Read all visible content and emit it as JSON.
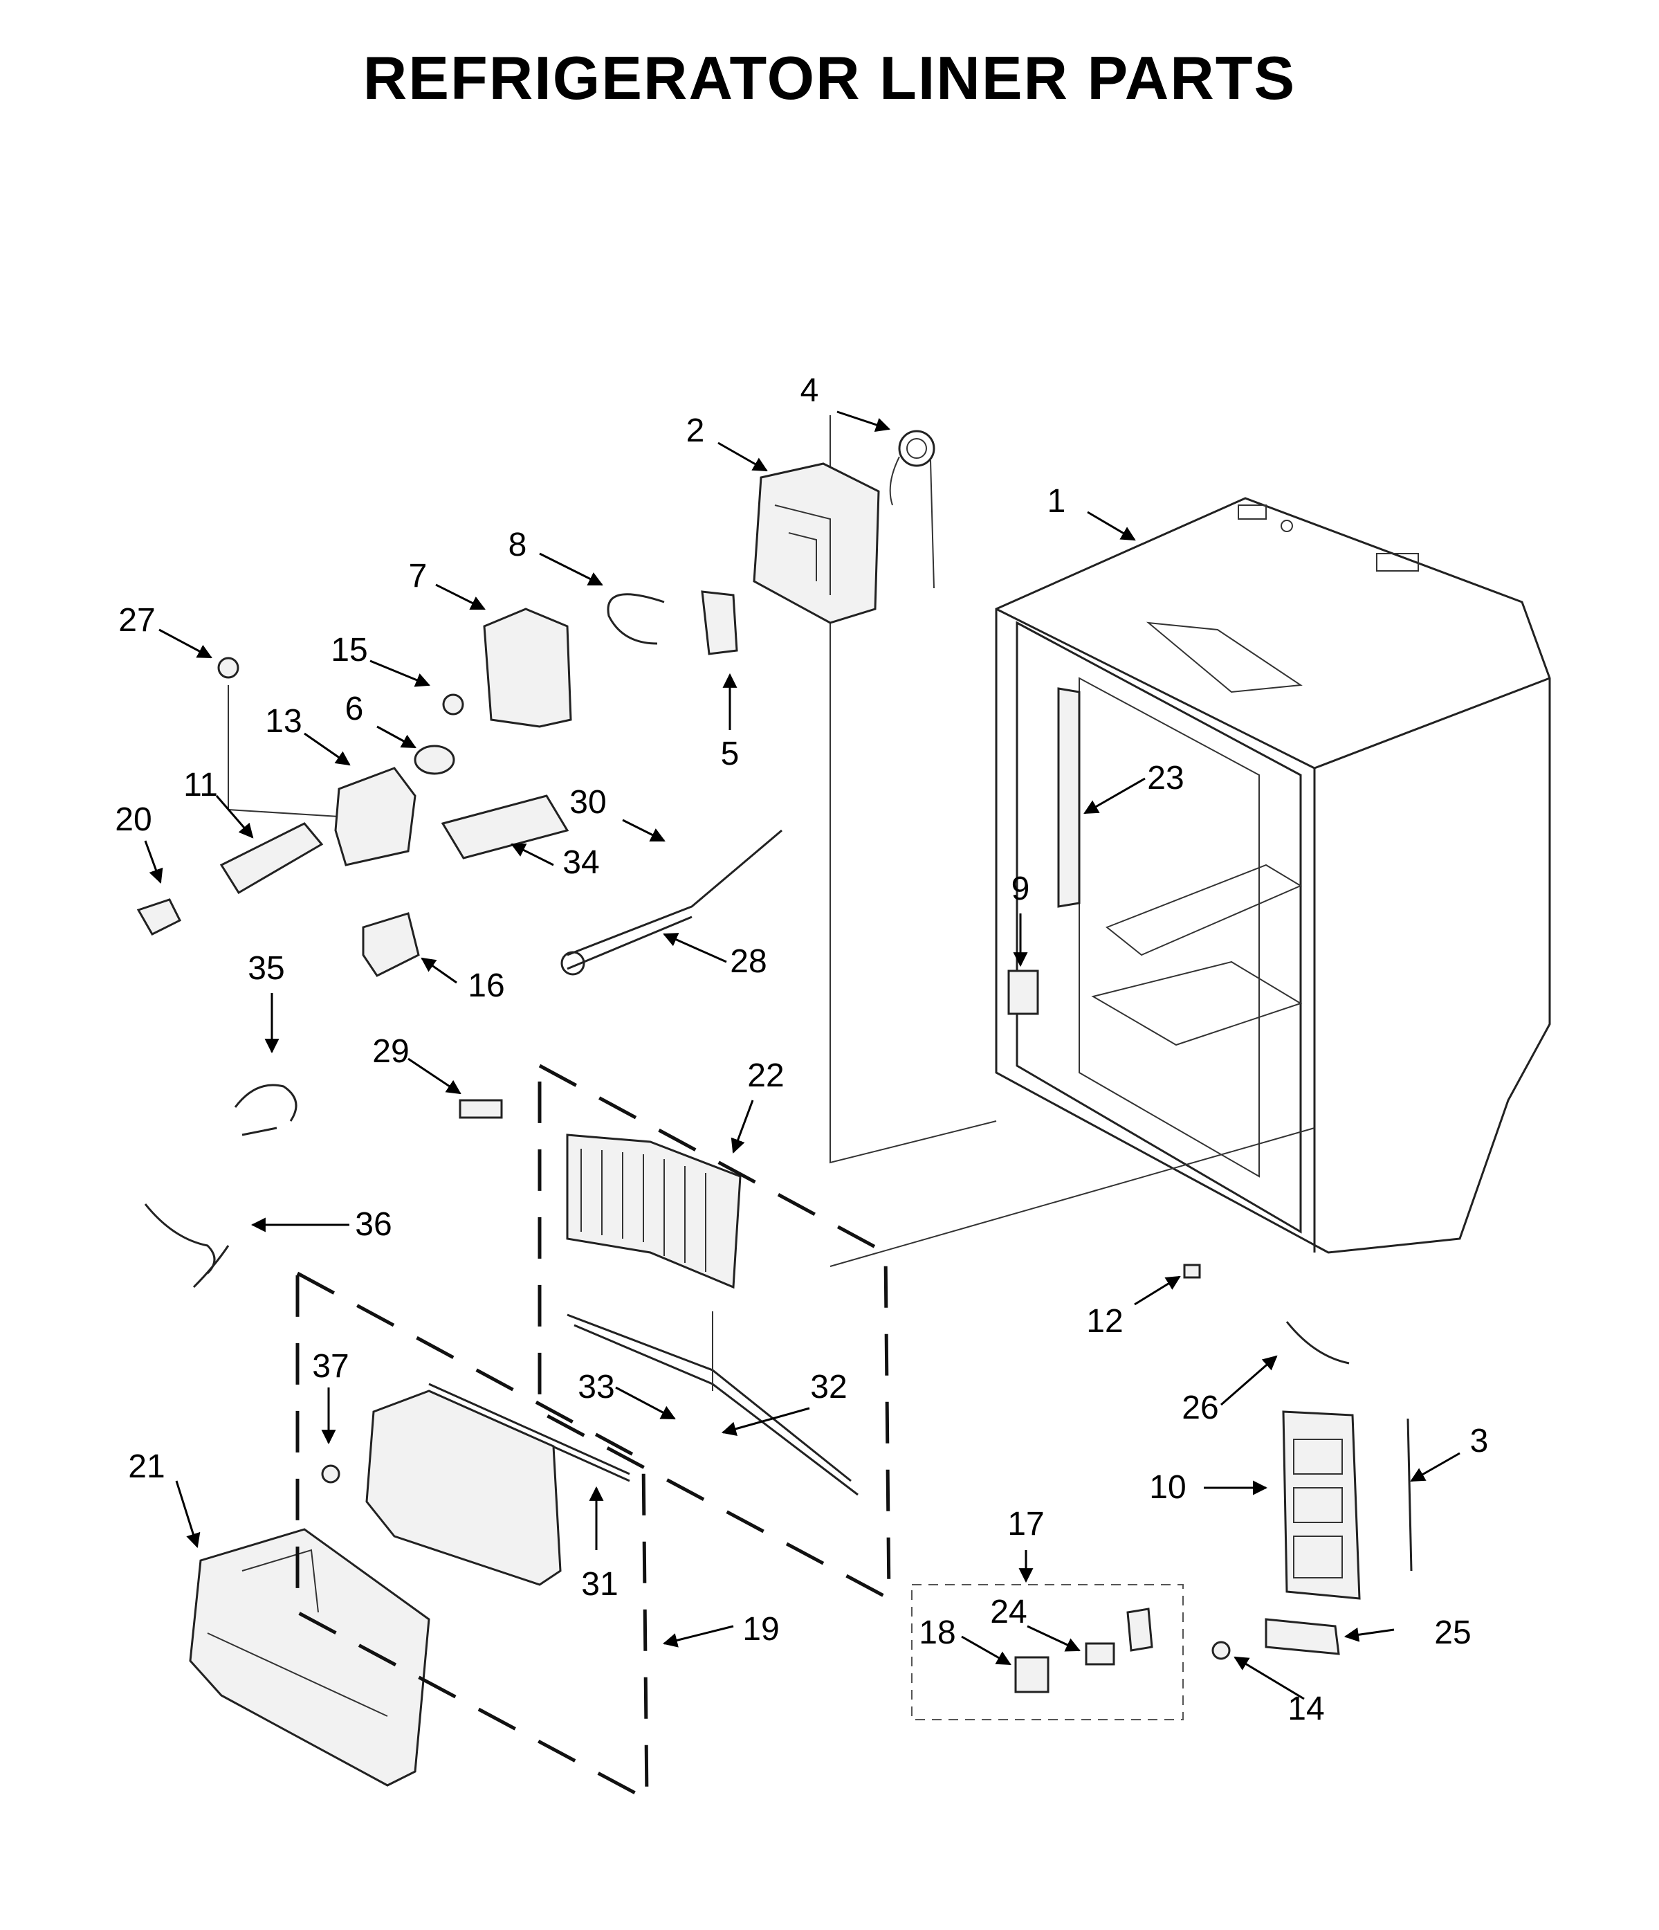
{
  "title": "REFRIGERATOR LINER PARTS",
  "callouts": [
    {
      "label": "1"
    },
    {
      "label": "2"
    },
    {
      "label": "3"
    },
    {
      "label": "4"
    },
    {
      "label": "5"
    },
    {
      "label": "6"
    },
    {
      "label": "7"
    },
    {
      "label": "8"
    },
    {
      "label": "9"
    },
    {
      "label": "10"
    },
    {
      "label": "11"
    },
    {
      "label": "12"
    },
    {
      "label": "13"
    },
    {
      "label": "14"
    },
    {
      "label": "15"
    },
    {
      "label": "16"
    },
    {
      "label": "17"
    },
    {
      "label": "18"
    },
    {
      "label": "19"
    },
    {
      "label": "20"
    },
    {
      "label": "21"
    },
    {
      "label": "22"
    },
    {
      "label": "23"
    },
    {
      "label": "24"
    },
    {
      "label": "25"
    },
    {
      "label": "26"
    },
    {
      "label": "27"
    },
    {
      "label": "28"
    },
    {
      "label": "29"
    },
    {
      "label": "30"
    },
    {
      "label": "31"
    },
    {
      "label": "32"
    },
    {
      "label": "33"
    },
    {
      "label": "34"
    },
    {
      "label": "35"
    },
    {
      "label": "36"
    },
    {
      "label": "37"
    }
  ]
}
